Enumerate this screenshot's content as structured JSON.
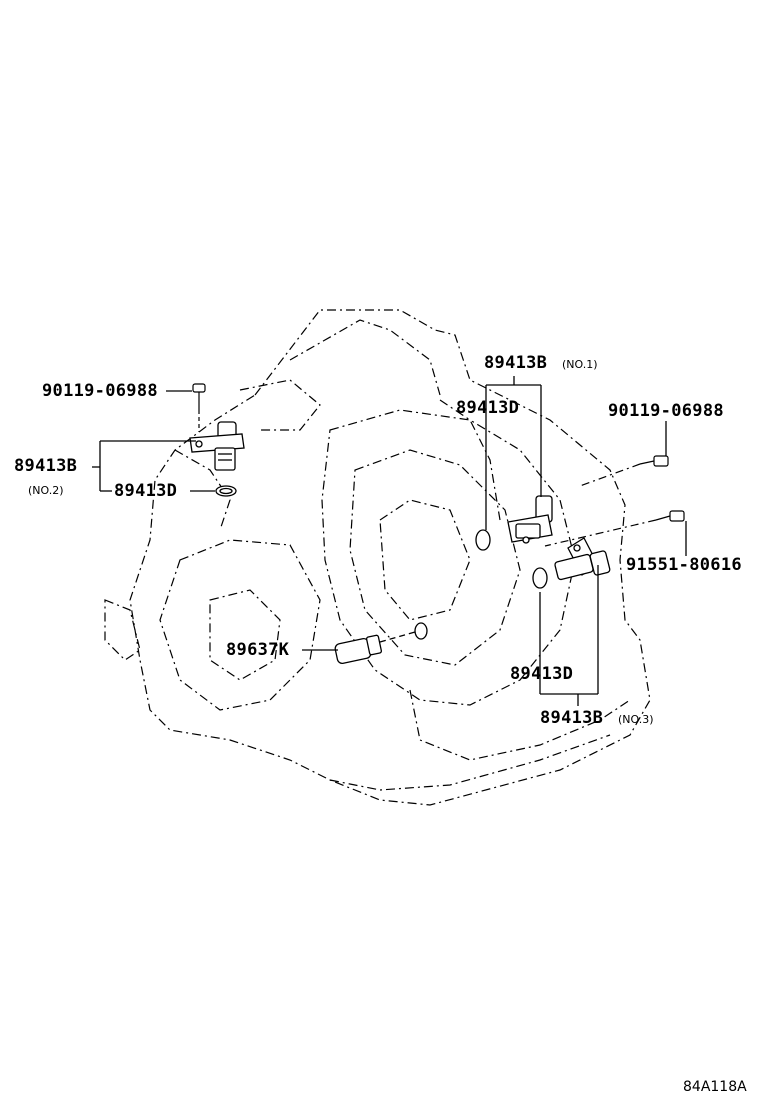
{
  "parts": {
    "bolt_top_left": "90119-06988",
    "sensor_no2": "89413B",
    "sensor_no2_note": "(NO.2)",
    "oring_no2": "89413D",
    "sensor_no1": "89413B",
    "sensor_no1_note": "(NO.1)",
    "oring_no1": "89413D",
    "bolt_right": "90119-06988",
    "bolt_right_lower": "91551-80616",
    "speed_sensor": "89637K",
    "oring_no3": "89413D",
    "sensor_no3": "89413B",
    "sensor_no3_note": "(NO.3)"
  },
  "diagram_code": "84A118A"
}
